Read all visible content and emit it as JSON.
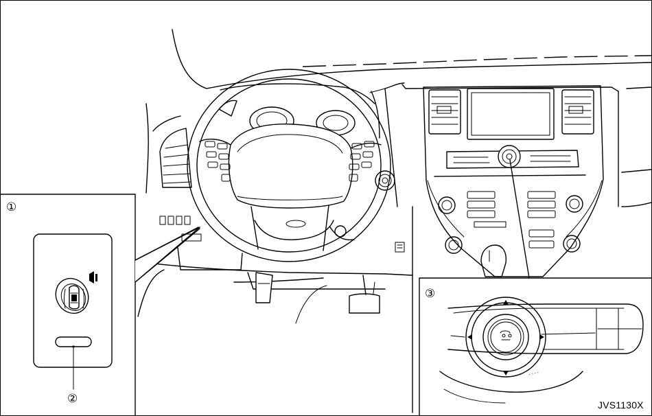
{
  "callouts": {
    "c1": "①",
    "c2": "②",
    "c3": "③"
  },
  "figure_code": "JVS1130X",
  "colors": {
    "line": "#000000",
    "background": "#ffffff"
  },
  "icons": {
    "camera_switch": "camera-switch-icon",
    "sound_wave": "sound-icon",
    "steering_wheel": "steering-wheel-icon",
    "control_knob": "multifunction-controller-icon"
  }
}
